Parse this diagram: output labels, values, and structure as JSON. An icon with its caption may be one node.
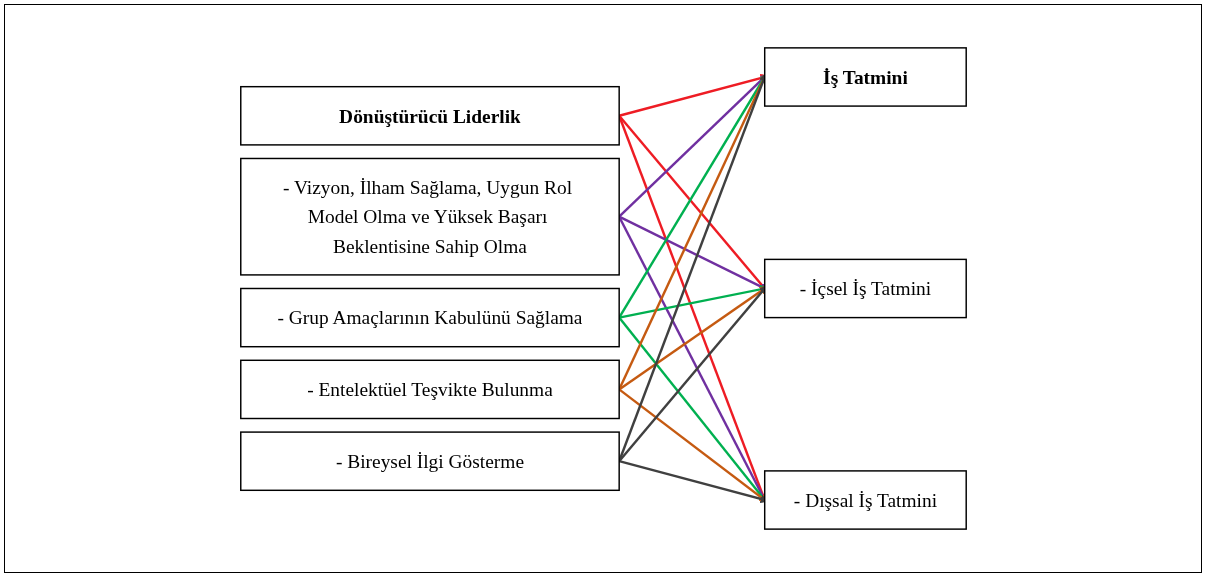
{
  "diagram": {
    "nodes": [
      {
        "text": [
          "Dönüştürücü Liderlik"
        ]
      },
      {
        "text": [
          "- Vizyon, İlham Sağlama, Uygun Rol Model Olma ve Yüksek Başarı Beklentisine Sahip Olma"
        ]
      },
      {
        "text": [
          "- Grup Amaçlarının Kabulünü Sağlama"
        ]
      },
      {
        "text": [
          "- Entelektüel Teşvikte Bulunma"
        ]
      },
      {
        "text": [
          "- Bireysel İlgi Gösterme"
        ]
      },
      {
        "text": [
          "İş Tatmini"
        ]
      },
      {
        "text": [
          "- İçsel İş Tatmini"
        ]
      },
      {
        "text": [
          "- Dışsal İş Tatmini"
        ]
      }
    ],
    "edges": [
      {
        "from": 0,
        "to": 5,
        "arrow": "to",
        "color": "#ee1c24"
      },
      {
        "from": 0,
        "to": 6,
        "arrow": "to",
        "color": "#ee1c24"
      },
      {
        "from": 0,
        "to": 7,
        "arrow": "to",
        "color": "#ee1c24"
      },
      {
        "from": 1,
        "to": 5,
        "arrow": "to",
        "color": "#7030a0"
      },
      {
        "from": 1,
        "to": 6,
        "arrow": "to",
        "color": "#7030a0"
      },
      {
        "from": 1,
        "to": 7,
        "arrow": "to",
        "color": "#7030a0"
      },
      {
        "from": 2,
        "to": 5,
        "arrow": "to",
        "color": "#00b050"
      },
      {
        "from": 2,
        "to": 6,
        "arrow": "to",
        "color": "#00b050"
      },
      {
        "from": 2,
        "to": 7,
        "arrow": "to",
        "color": "#00b050"
      },
      {
        "from": 3,
        "to": 5,
        "arrow": "to",
        "color": "#c55a11"
      },
      {
        "from": 3,
        "to": 6,
        "arrow": "to",
        "color": "#c55a11"
      },
      {
        "from": 3,
        "to": 7,
        "arrow": "to",
        "color": "#c55a11"
      },
      {
        "from": 4,
        "to": 5,
        "arrow": "to",
        "color": "#404040"
      },
      {
        "from": 4,
        "to": 6,
        "arrow": "to",
        "color": "#404040"
      },
      {
        "from": 4,
        "to": 7,
        "arrow": "to",
        "color": "#404040"
      }
    ]
  }
}
